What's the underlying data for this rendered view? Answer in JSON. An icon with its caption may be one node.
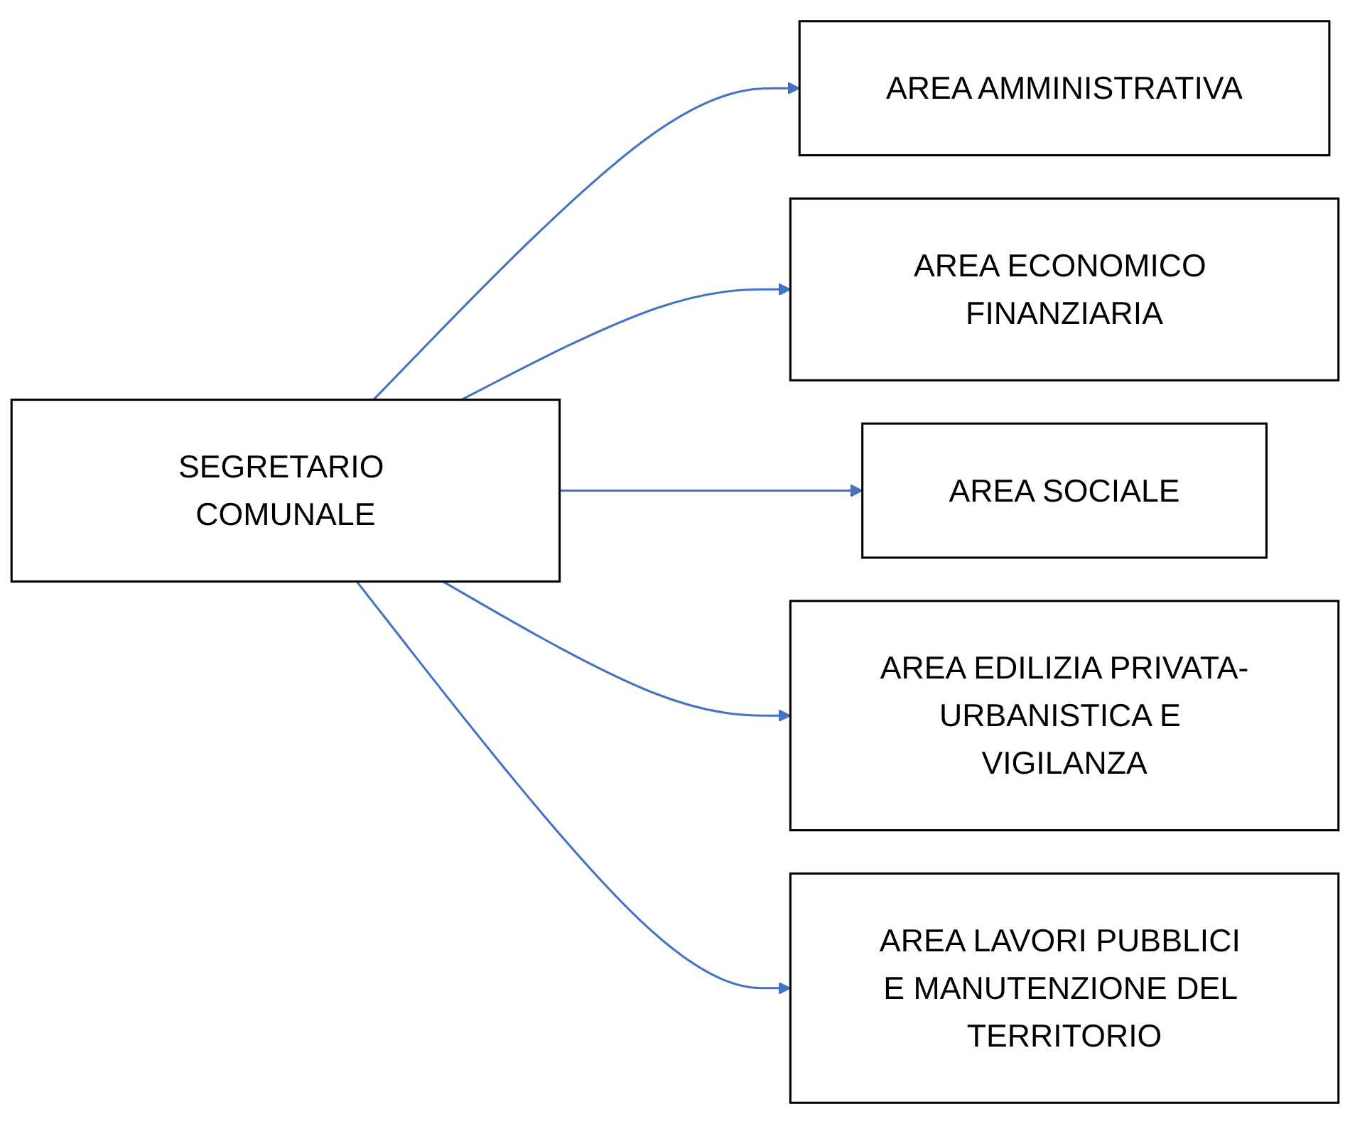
{
  "diagram": {
    "nodes": [
      {
        "text": [
          "SEGRETARIO COMUNALE"
        ]
      },
      {
        "text": [
          "AREA AMMINISTRATIVA"
        ]
      },
      {
        "text": [
          "AREA ECONOMICO FINANZIARIA"
        ]
      },
      {
        "text": [
          "AREA SOCIALE"
        ]
      },
      {
        "text": [
          "AREA EDILIZIA PRIVATA-URBANISTICA E VIGILANZA"
        ]
      },
      {
        "text": [
          "AREA LAVORI PUBBLICI E MANUTENZIONE DEL TERRITORIO"
        ]
      }
    ],
    "edges": [
      {
        "from": 0,
        "to": 1,
        "arrow": "to"
      },
      {
        "from": 0,
        "to": 2,
        "arrow": "to"
      },
      {
        "from": 0,
        "to": 3,
        "arrow": "to"
      },
      {
        "from": 0,
        "to": 4,
        "arrow": "to"
      },
      {
        "from": 0,
        "to": 5,
        "arrow": "to"
      }
    ]
  }
}
